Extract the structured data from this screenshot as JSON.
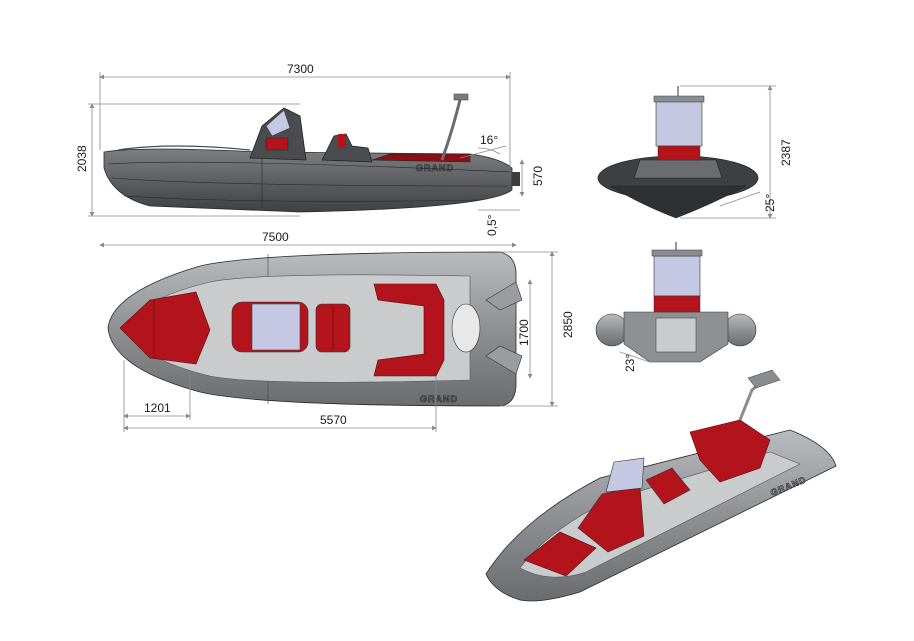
{
  "dimensions": {
    "length_overall": "7300",
    "height_overall": "2038",
    "tube_angle": "16°",
    "transom_height": "570",
    "trim_angle": "0,5°",
    "beam_overall": "7500",
    "beam": "2850",
    "inner_beam": "1700",
    "bow_section": "1201",
    "inner_length": "5570",
    "front_height": "2387",
    "deadrise_front": "25°",
    "deadrise_rear": "23°"
  },
  "brand": {
    "logo_text": "GRAND"
  },
  "colors": {
    "hull": "#5b5d61",
    "tube": "#9a9ca0",
    "seat": "#b3141c",
    "deck": "#c9cbcd",
    "dimension_line": "#8a8a8a"
  }
}
